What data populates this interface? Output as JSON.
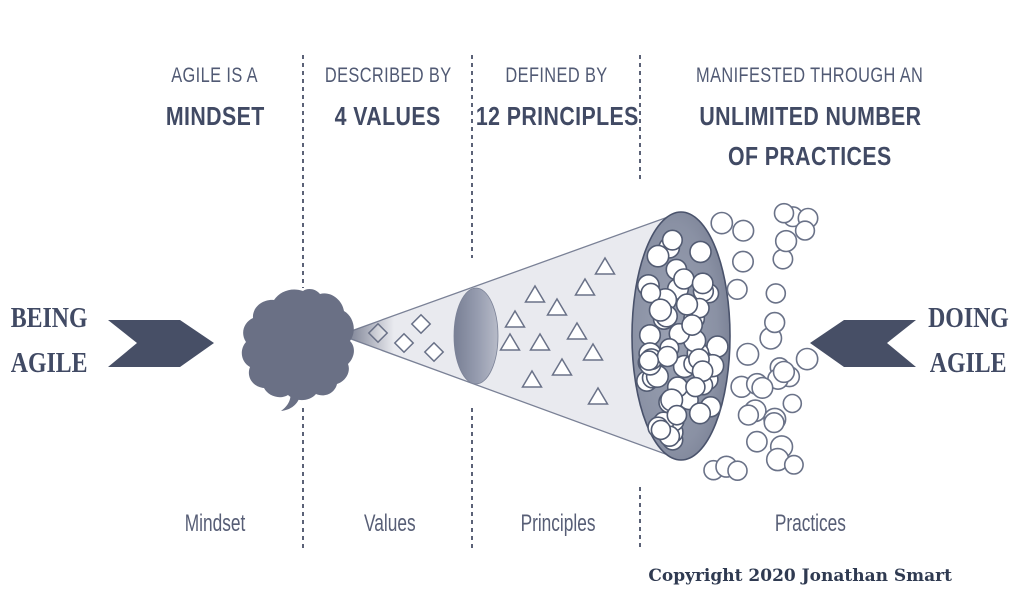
{
  "being": {
    "line1": "BEING",
    "line2": "AGILE"
  },
  "doing": {
    "line1": "DOING",
    "line2": "AGILE"
  },
  "columns": [
    {
      "header_line1": "AGILE IS A",
      "header_line2": "MINDSET",
      "footer": "Mindset"
    },
    {
      "header_line1": "DESCRIBED BY",
      "header_line2": "4 VALUES",
      "footer": "Values"
    },
    {
      "header_line1": "DEFINED BY",
      "header_line2": "12 PRINCIPLES",
      "footer": "Principles"
    },
    {
      "header_line1": "MANIFESTED THROUGH AN",
      "header_line2": "UNLIMITED NUMBER",
      "header_line3": "OF PRACTICES",
      "footer": "Practices"
    }
  ],
  "copyright": "Copyright 2020 Jonathan Smart",
  "graphic": {
    "mindset_icon": "brain-icon",
    "values_shape": "diamond",
    "values_count": 4,
    "principles_shape": "triangle",
    "principles_count": 12,
    "practices_shape": "circle",
    "practice_circles_inside": 57,
    "practice_circles_outside": 34
  },
  "colors": {
    "text_dark": "#414a64",
    "text_regular": "#515a74",
    "arrow": "#474f66",
    "brain": "#6a7085",
    "cone_fill": "#e9eaef",
    "shape_outline": "#6a7288",
    "dotted_line": "#5b6277"
  }
}
